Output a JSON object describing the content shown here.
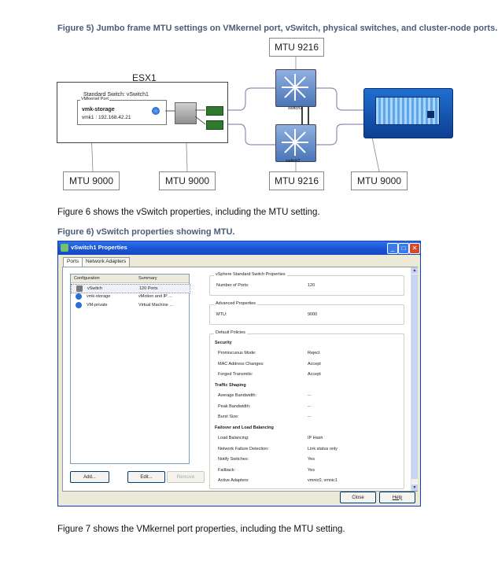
{
  "figure5": {
    "title": "Figure 5) Jumbo frame MTU settings on VMkernel port, vSwitch, physical switches, and cluster-node ports.",
    "mtu_top": "MTU 9216",
    "esx_label": "ESX1",
    "standard_switch": "Standard Switch: vSwitch1",
    "vmkernel_port": "VMkernel Port",
    "vmk_name": "vmk-storage",
    "vmk_ip": "vmk1 : 192.168.42.21",
    "switch1": "switch1",
    "switch2": "switch2",
    "mtu_bottom": [
      "MTU 9000",
      "MTU 9000",
      "MTU 9216",
      "MTU 9000"
    ]
  },
  "text1": "Figure 6 shows the vSwitch properties, including the MTU setting.",
  "figure6_title": "Figure 6) vSwitch properties showing MTU.",
  "window": {
    "title": "vSwitch1 Properties",
    "tabs": [
      "Ports",
      "Network Adapters"
    ],
    "list_headers": [
      "Configuration",
      "Summary"
    ],
    "rows": [
      {
        "name": "vSwitch",
        "summary": "120 Ports"
      },
      {
        "name": "vmk-storage",
        "summary": "vMotion and IP ..."
      },
      {
        "name": "VM-private",
        "summary": "Virtual Machine ..."
      }
    ],
    "buttons": {
      "add": "Add...",
      "edit": "Edit...",
      "remove": "Remove",
      "close": "Close",
      "help": "Help"
    },
    "groups": {
      "standard": "vSphere Standard Switch Properties",
      "advanced": "Advanced Properties",
      "default": "Default Policies"
    },
    "props": {
      "num_ports_label": "Number of Ports:",
      "num_ports_value": "120",
      "mtu_label": "MTU:",
      "mtu_value": "9000",
      "security": "Security",
      "promiscuous_label": "Promiscuous Mode:",
      "promiscuous_value": "Reject",
      "mac_label": "MAC Address Changes:",
      "mac_value": "Accept",
      "forged_label": "Forged Transmits:",
      "forged_value": "Accept",
      "traffic": "Traffic Shaping",
      "avg_label": "Average Bandwidth:",
      "avg_value": "--",
      "peak_label": "Peak Bandwidth:",
      "peak_value": "--",
      "burst_label": "Burst Size:",
      "burst_value": "--",
      "failover": "Failover and Load Balancing",
      "lb_label": "Load Balancing:",
      "lb_value": "IP Hash",
      "nfd_label": "Network Failure Detection:",
      "nfd_value": "Link status only",
      "notify_label": "Notify Switches:",
      "notify_value": "Yes",
      "failback_label": "Failback:",
      "failback_value": "Yes",
      "active_label": "Active Adapters:",
      "active_value": "vmnic0, vmnic1"
    }
  },
  "text2": "Figure 7 shows the VMkernel port properties, including the MTU setting."
}
